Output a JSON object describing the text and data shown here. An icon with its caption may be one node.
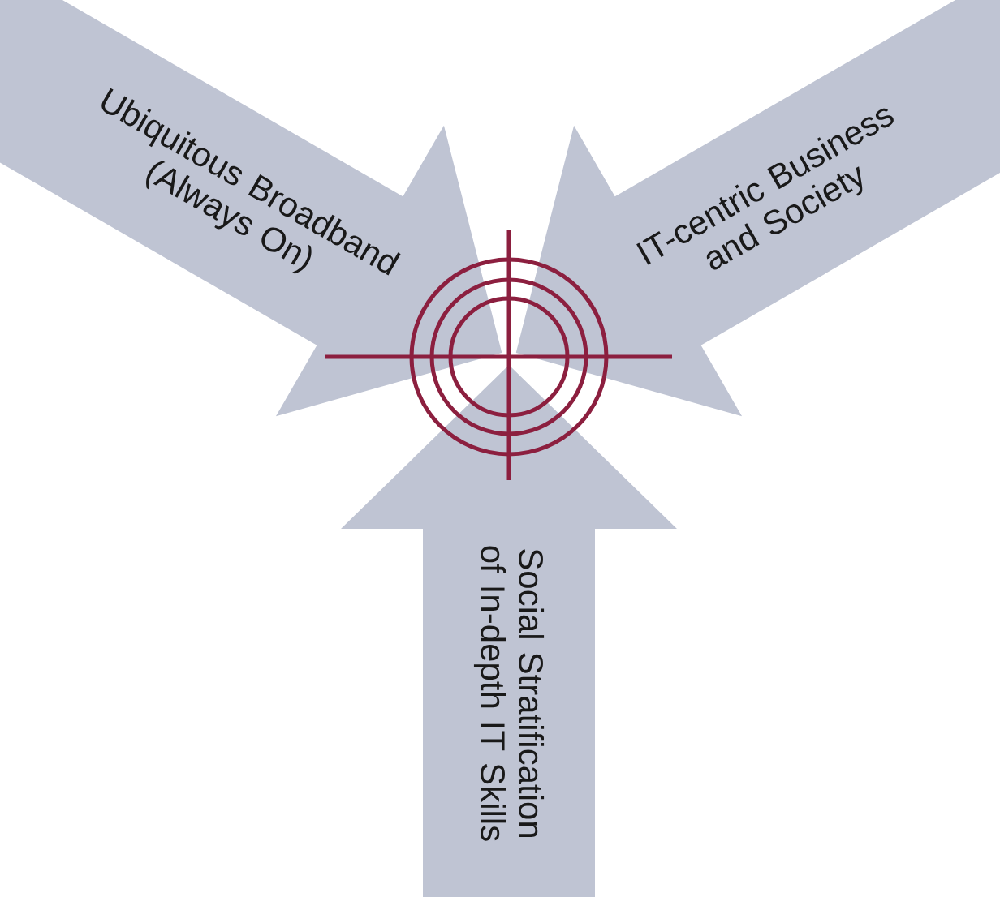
{
  "diagram": {
    "nodes": [
      {
        "text": [
          "Ubiquitous Broadband (Always On)"
        ]
      },
      {
        "text": [
          "IT-centric Business and Society"
        ]
      },
      {
        "text": [],
        "shape": "target"
      },
      {
        "text": [
          "Social Stratification of In-depth IT Skills"
        ]
      }
    ]
  }
}
